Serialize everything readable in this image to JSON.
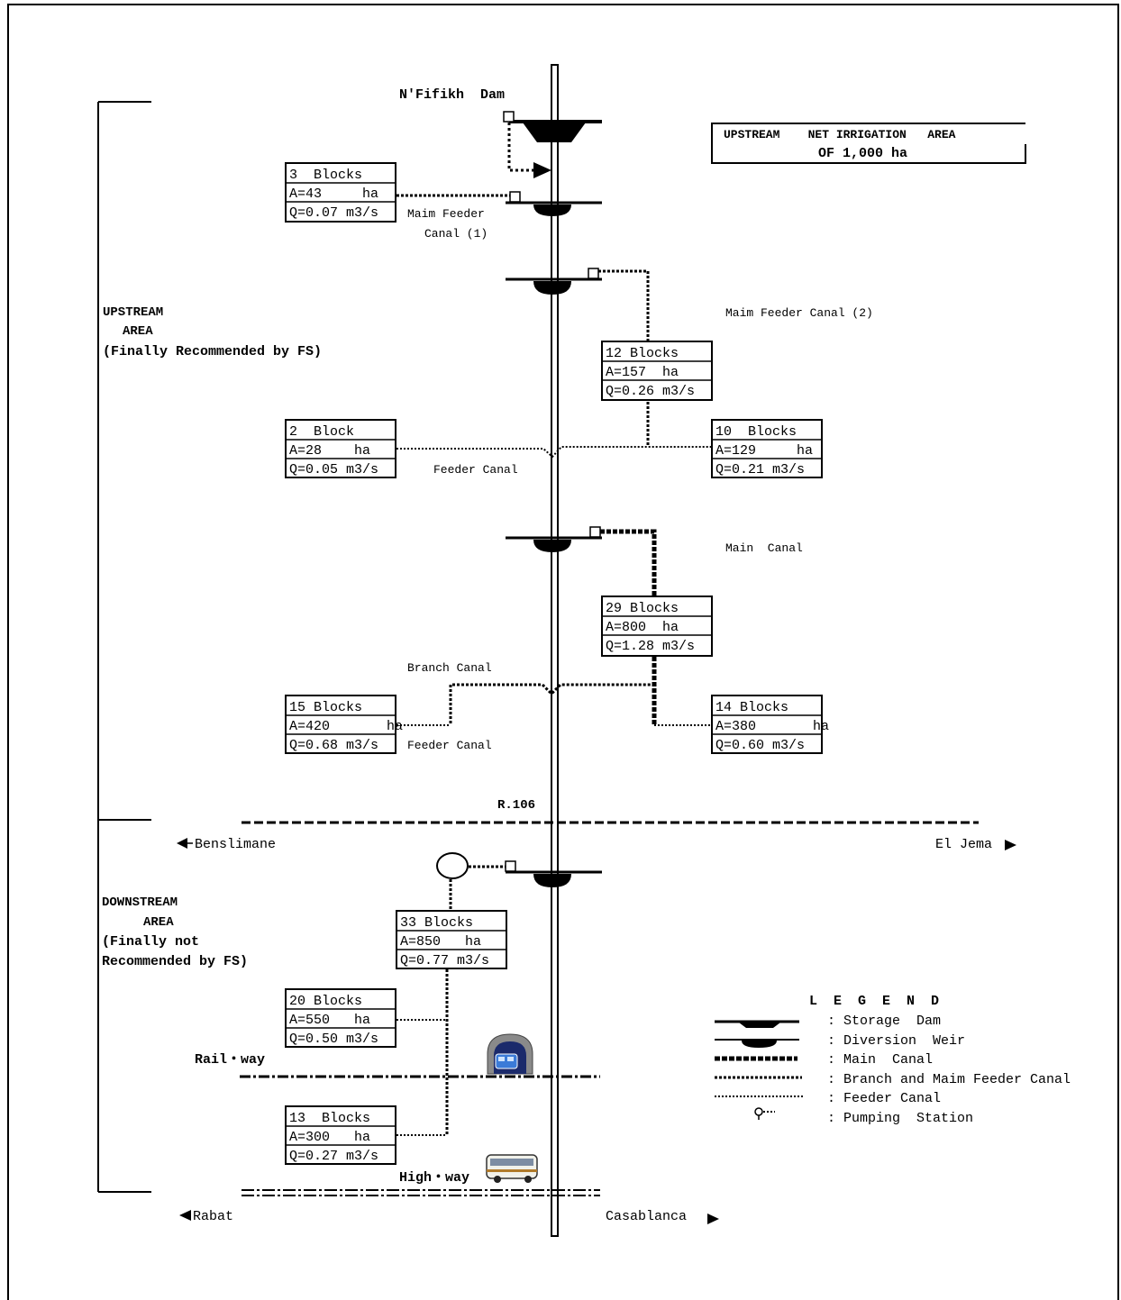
{
  "header": {
    "dam_name": "N'Fifikh  Dam",
    "summary_line1": "UPSTREAM    NET IRRIGATION   AREA",
    "summary_line2": "OF 1,000 ha"
  },
  "areas": {
    "upstream": [
      "UPSTREAM",
      "AREA",
      "(Finally Recommended by FS)"
    ],
    "downstream": [
      "DOWNSTREAM",
      "AREA",
      "(Finally not",
      "Recommended by FS)"
    ]
  },
  "canal_labels": {
    "main_feeder_1_line1": "Maim Feeder",
    "main_feeder_1_line2": "Canal (1)",
    "main_feeder_2": "Maim Feeder Canal (2)",
    "feeder_canal_upper": "Feeder Canal",
    "main_canal": "Main  Canal",
    "branch_canal": "Branch Canal",
    "feeder_canal_lower": "Feeder Canal"
  },
  "blocks": [
    {
      "id": "b3",
      "name": "3  Blocks",
      "area": "A=43     ha",
      "q": "Q=0.07 m3/s"
    },
    {
      "id": "b12",
      "name": "12 Blocks",
      "area": "A=157  ha",
      "q": "Q=0.26 m3/s"
    },
    {
      "id": "b2",
      "name": "2  Block",
      "area": "A=28    ha",
      "q": "Q=0.05 m3/s"
    },
    {
      "id": "b10",
      "name": "10  Blocks",
      "area": "A=129     ha",
      "q": "Q=0.21 m3/s"
    },
    {
      "id": "b29",
      "name": "29 Blocks",
      "area": "A=800  ha",
      "q": "Q=1.28 m3/s"
    },
    {
      "id": "b15",
      "name": "15 Blocks",
      "area": "A=420       ha",
      "q": "Q=0.68 m3/s"
    },
    {
      "id": "b14",
      "name": "14 Blocks",
      "area": "A=380       ha",
      "q": "Q=0.60 m3/s"
    },
    {
      "id": "b33",
      "name": "33 Blocks",
      "area": "A=850   ha",
      "q": "Q=0.77 m3/s"
    },
    {
      "id": "b20",
      "name": "20 Blocks",
      "area": "A=550   ha",
      "q": "Q=0.50 m3/s"
    },
    {
      "id": "b13",
      "name": "13  Blocks",
      "area": "A=300   ha",
      "q": "Q=0.27 m3/s"
    }
  ],
  "roads": {
    "r106": "R.106",
    "benslimane": "Benslimane",
    "el_jema": "El Jema",
    "railway": "Rail・way",
    "highway": "High・way",
    "rabat": "Rabat",
    "casablanca": "Casablanca"
  },
  "legend": {
    "title": "L  E  G  E  N  D",
    "items": [
      ": Storage  Dam",
      ": Diversion  Weir",
      ": Main  Canal",
      ": Branch and Maim Feeder Canal",
      ": Feeder Canal",
      ": Pumping  Station"
    ]
  }
}
